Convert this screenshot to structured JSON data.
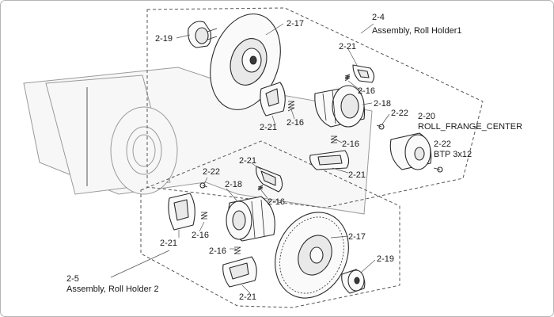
{
  "upper": {
    "assembly_code": "2-4",
    "assembly_name": "Assembly, Roll Holder1",
    "labels": {
      "cap": "2-19",
      "flange": "2-17",
      "clip_top": "2-21",
      "clip_left": "2-21",
      "clip_bottom": "2-21",
      "spring_top": "2-16",
      "spring_left": "2-16",
      "spring_bottom": "2-16",
      "hub": "2-18",
      "screw": "2-22",
      "center_code": "2-20",
      "center_name": "ROLL_FRANGE_CENTER",
      "btp_code": "2-22",
      "btp_name": "BTP 3x12"
    }
  },
  "lower": {
    "assembly_code": "2-5",
    "assembly_name": "Assembly, Roll Holder 2",
    "labels": {
      "clip_top": "2-21",
      "screw": "2-22",
      "hub": "2-18",
      "spring_right": "2-16",
      "clip_left": "2-21",
      "spring_left": "2-16",
      "spring_bottom": "2-16",
      "clip_bottom": "2-21",
      "flange": "2-17",
      "cap": "2-19"
    }
  }
}
